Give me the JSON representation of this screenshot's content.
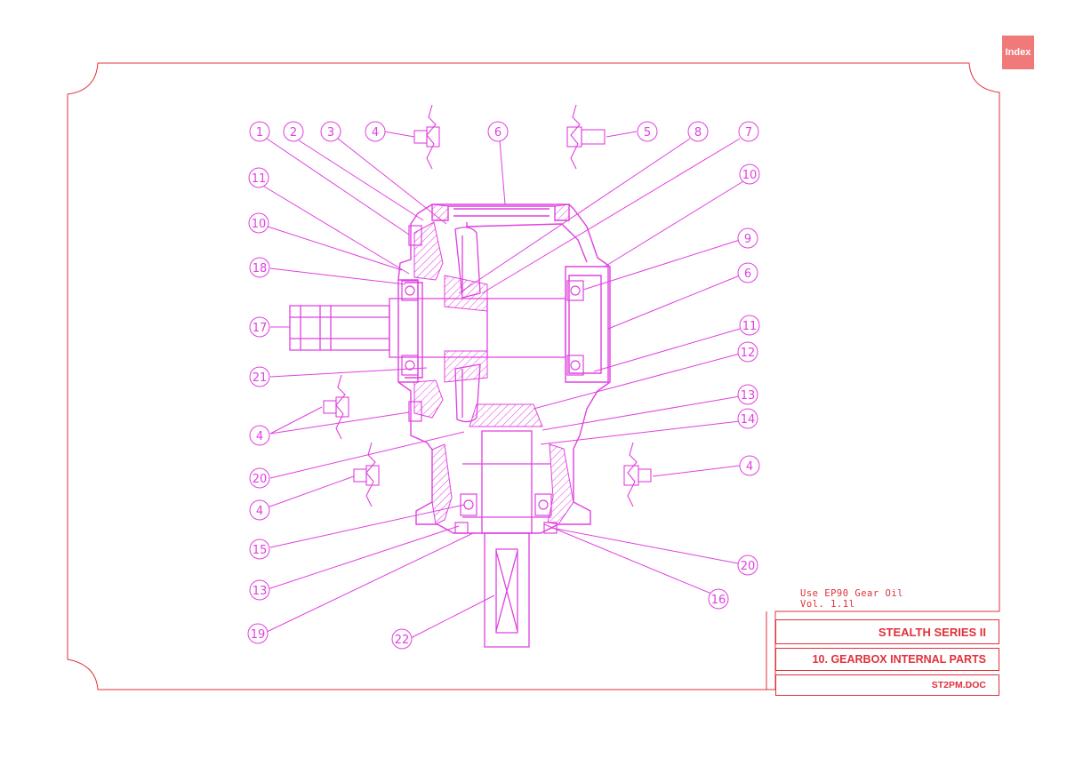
{
  "index_button": {
    "label": "Index"
  },
  "note": {
    "line1": "Use EP90 Gear Oil",
    "line2": "Vol. 1.1l"
  },
  "title_block": {
    "series": "STEALTH SERIES II",
    "section": "10. GEARBOX INTERNAL PARTS",
    "doc": "ST2PM.DOC"
  },
  "colors": {
    "frame": "#e0303a",
    "drawing": "#e040e0",
    "index_bg": "#f07a7a"
  },
  "callouts": [
    "1",
    "2",
    "3",
    "4",
    "5",
    "6",
    "7",
    "8",
    "10",
    "11",
    "9",
    "6",
    "10",
    "18",
    "17",
    "11",
    "21",
    "12",
    "13",
    "14",
    "4",
    "4",
    "20",
    "4",
    "15",
    "20",
    "13",
    "16",
    "19",
    "22"
  ],
  "icons": [
    "bolt-icon",
    "gear-icon",
    "shaft-icon",
    "bearing-icon"
  ]
}
